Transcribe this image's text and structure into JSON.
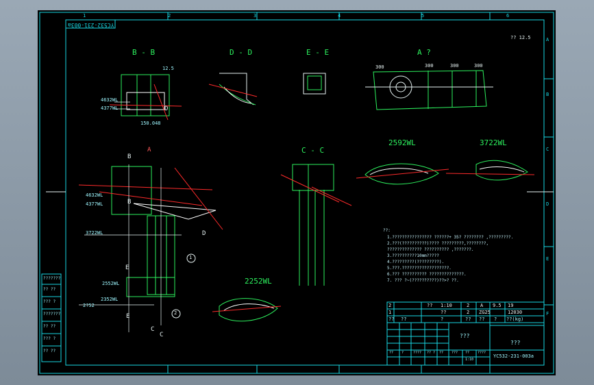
{
  "drawing": {
    "code_top": "YC532-231-003a",
    "roughness_top": "?? 12.5",
    "section_labels": {
      "bb": "B - B",
      "dd": "D - D",
      "ee": "E - E",
      "a": "A ?",
      "cc": "C - C",
      "wl2592": "2592WL",
      "wl3722": "3722WL",
      "wl2252": "2252WL"
    },
    "dims_bb": [
      "4632WL",
      "4377WL",
      "150.048",
      "12.5"
    ],
    "dims_main": [
      "4632WL",
      "4377WL",
      "3722WL",
      "2552WL",
      "2352WL",
      "2?52"
    ],
    "dims_a": [
      "300",
      "300",
      "300",
      "300"
    ],
    "markers": [
      "A",
      "B",
      "C",
      "D",
      "E",
      "B",
      "C",
      "E",
      "D"
    ],
    "balloons": [
      "1",
      "2"
    ],
    "notes_heading": "??:",
    "notes": [
      "1.???????????????? ??????+ 35? ???????? ,?????????.",
      "2.???(??????????)???? ?????????,????????,",
      "  ?????????????? ?????????? ,???????.",
      "3.??????????10mm?????",
      "4.?????????(?????????).",
      "5.???.???????????????????.",
      "6.??? ?????????? ??????????????.",
      "7. ??? ?~(??????????)??>? ??."
    ],
    "left_strip": [
      "???????",
      "?? ??",
      "??? ?",
      "???????",
      "?? ??",
      "??? ?",
      "?? ??"
    ],
    "title_block": {
      "rows": [
        [
          "2",
          "??",
          "1:10",
          "2",
          "A",
          "9.5",
          "19"
        ],
        [
          "1",
          "",
          "??",
          "2",
          "ZG25",
          "",
          "12030"
        ],
        [
          "??",
          "??",
          "?",
          "??",
          "??",
          "?",
          "??(kg)"
        ]
      ],
      "title": "???",
      "org": "???",
      "drawing_no": "YC532-231-003a",
      "small": [
        "??",
        "?",
        "????",
        "?? ?",
        "??",
        "???",
        "??",
        "????",
        "1:10"
      ]
    },
    "grid_top": [
      "1",
      "2",
      "3",
      "4",
      "5",
      "6"
    ],
    "grid_side": [
      "A",
      "B",
      "C",
      "D",
      "E",
      "F"
    ]
  }
}
